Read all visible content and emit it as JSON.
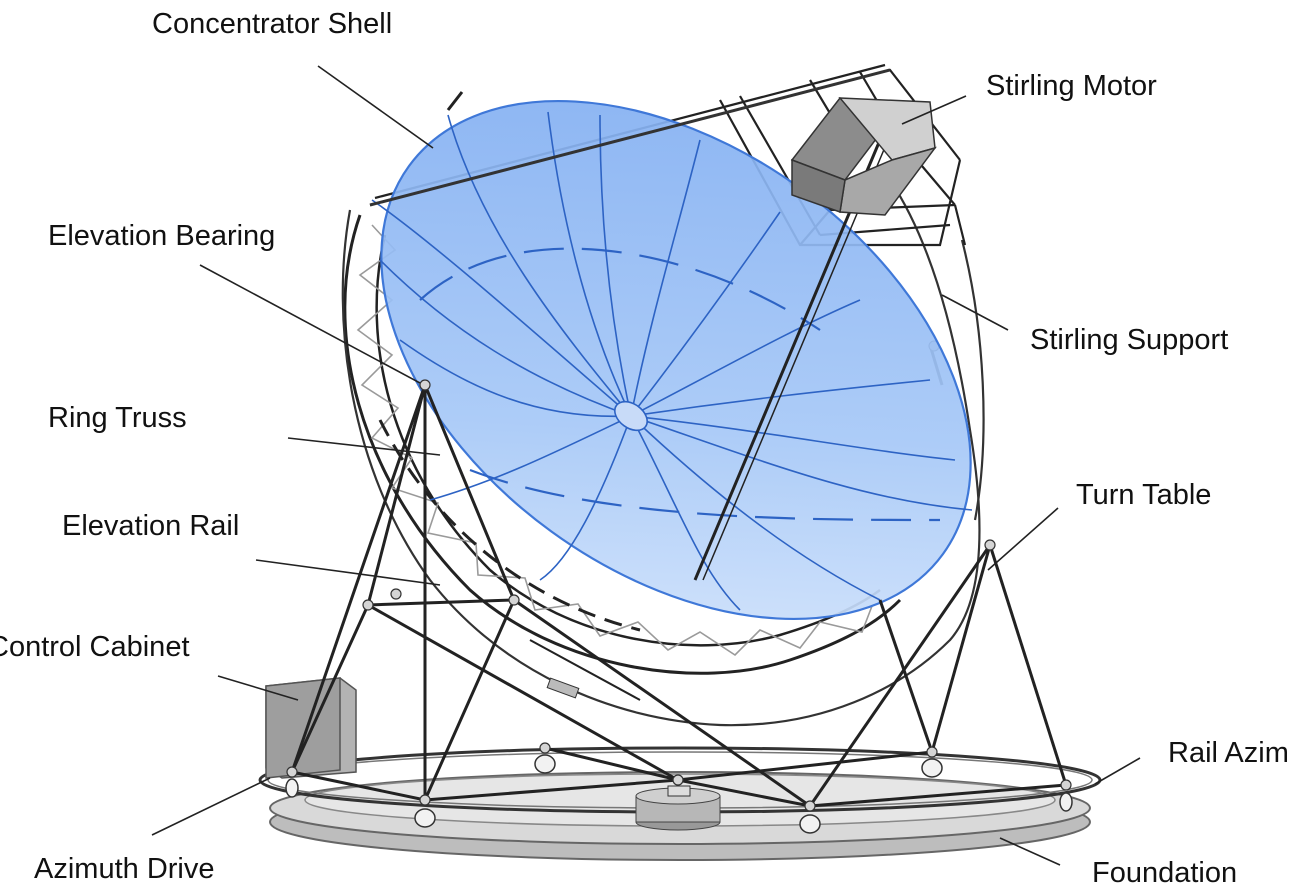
{
  "diagram": {
    "colors": {
      "dish_fill": "#8fb8f4",
      "dish_edge": "#3f78d8",
      "rib": "#2d63c4",
      "truss": "#222222",
      "light_truss": "#9a9a9a",
      "motor_dark": "#8c8c8c",
      "motor_light": "#d0d0d0",
      "foundation": "#c8c8c8",
      "cabinet": "#a9a9a9"
    },
    "labels": {
      "concentrator_shell": "Concentrator Shell",
      "stirling_motor": "Stirling Motor",
      "elevation_bearing": "Elevation Bearing",
      "stirling_support": "Stirling Support",
      "ring_truss": "Ring Truss",
      "turn_table": "Turn Table",
      "elevation_rail": "Elevation Rail",
      "control_cabinet": "Control Cabinet",
      "rail_azim": "Rail Azim",
      "azimuth_drive": "Azimuth Drive",
      "foundation": "Foundation"
    }
  }
}
